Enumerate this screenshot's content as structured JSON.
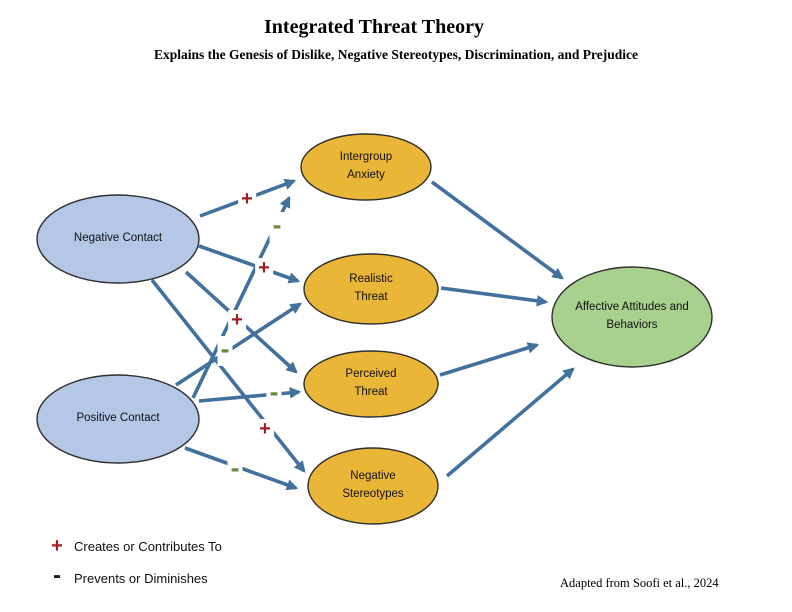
{
  "title": "Integrated Threat Theory",
  "subtitle": "Explains the Genesis of Dislike, Negative Stereotypes, Discrimination, and Prejudice",
  "nodes": {
    "negative_contact": "Negative Contact",
    "positive_contact": "Positive Contact",
    "intergroup_anxiety": "Intergroup Anxiety",
    "realistic_threat": "Realistic Threat",
    "perceived_threat": "Perceived Threat",
    "negative_stereotypes": "Negative Stereotypes",
    "affective_attitudes": "Affective Attitudes and Behaviors"
  },
  "connections": [
    {
      "from": "negative-contact",
      "to": "intergroup-anxiety",
      "sign": "+"
    },
    {
      "from": "positive-contact",
      "to": "intergroup-anxiety",
      "sign": "-"
    },
    {
      "from": "negative-contact",
      "to": "realistic-threat",
      "sign": "+"
    },
    {
      "from": "positive-contact",
      "to": "realistic-threat",
      "sign": "-"
    },
    {
      "from": "negative-contact",
      "to": "perceived-threat",
      "sign": "+"
    },
    {
      "from": "positive-contact",
      "to": "perceived-threat",
      "sign": "-"
    },
    {
      "from": "negative-contact",
      "to": "negative-stereotypes",
      "sign": "+"
    },
    {
      "from": "positive-contact",
      "to": "negative-stereotypes",
      "sign": "-"
    },
    {
      "from": "intergroup-anxiety",
      "to": "affective-attitudes",
      "sign": ""
    },
    {
      "from": "realistic-threat",
      "to": "affective-attitudes",
      "sign": ""
    },
    {
      "from": "perceived-threat",
      "to": "affective-attitudes",
      "sign": ""
    },
    {
      "from": "negative-stereotypes",
      "to": "affective-attitudes",
      "sign": ""
    }
  ],
  "legend": {
    "plus_symbol": "+",
    "plus_text": "Creates or Contributes To",
    "minus_symbol": "-",
    "minus_text": "Prevents or Diminishes"
  },
  "attribution": "Adapted from Soofi et al., 2024",
  "colors": {
    "contact_fill": "#b4c7e7",
    "threat_fill": "#e9b637",
    "outcome_fill": "#a9d18e",
    "node_border": "#2f2f2f",
    "arrow": "#41719c",
    "plus_sign": "#9e1f1f",
    "minus_sign": "#6e8b3d"
  }
}
